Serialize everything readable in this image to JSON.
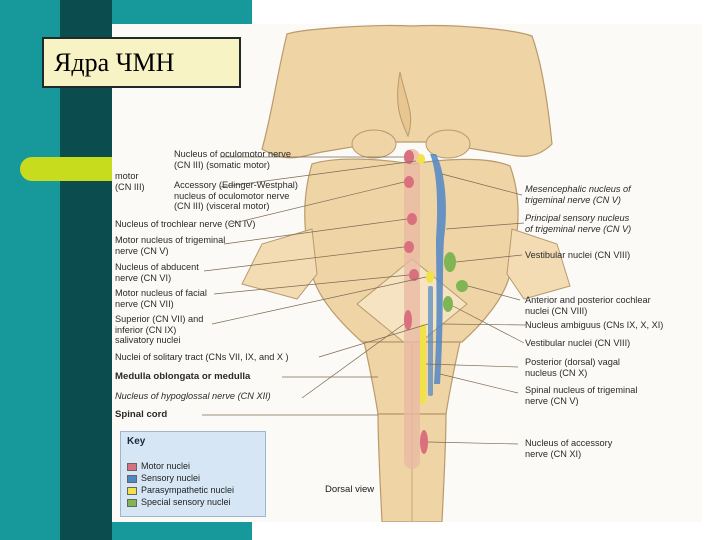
{
  "title": "Ядра ЧМН",
  "left_labels": [
    {
      "lines": [
        "Nucleus of oculomotor nerve",
        "(CN III) (somatic motor)"
      ],
      "style": ""
    },
    {
      "lines": [
        "motor",
        "(CN III)"
      ],
      "style": ""
    },
    {
      "lines": [
        "Accessory (Edinger-Westphal)",
        "nucleus of oculomotor nerve",
        "(CN III) (visceral motor)"
      ],
      "style": ""
    },
    {
      "lines": [
        "Nucleus of trochlear nerve (CN IV)"
      ],
      "style": ""
    },
    {
      "lines": [
        "Motor nucleus of trigeminal",
        "nerve (CN V)"
      ],
      "style": ""
    },
    {
      "lines": [
        "Nucleus of abducent",
        "nerve (CN VI)"
      ],
      "style": ""
    },
    {
      "lines": [
        "Motor nucleus of facial",
        "nerve (CN VII)"
      ],
      "style": ""
    },
    {
      "lines": [
        "Superior (CN VII) and",
        "inferior (CN IX)",
        "salivatory nuclei"
      ],
      "style": ""
    },
    {
      "lines": [
        "Nuclei of solitary tract (CNs VII, IX, and X )"
      ],
      "style": ""
    },
    {
      "lines": [
        "Medulla oblongata or medulla"
      ],
      "style": "b"
    },
    {
      "lines": [
        "Nucleus of hypoglossal nerve (CN XII)"
      ],
      "style": "i"
    },
    {
      "lines": [
        "Spinal cord"
      ],
      "style": "b"
    }
  ],
  "right_labels": [
    {
      "lines": [
        "Mesencephalic nucleus of",
        "trigeminal nerve (CN V)"
      ],
      "style": "i"
    },
    {
      "lines": [
        "Principal sensory nucleus",
        "of trigeminal nerve (CN V)"
      ],
      "style": "i"
    },
    {
      "lines": [
        "Vestibular nuclei (CN VIII)"
      ],
      "style": ""
    },
    {
      "lines": [
        "Anterior and posterior cochlear",
        "nuclei (CN VIII)"
      ],
      "style": ""
    },
    {
      "lines": [
        "Nucleus ambiguus (CNs IX, X, XI)"
      ],
      "style": ""
    },
    {
      "lines": [
        "Vestibular nuclei (CN VIII)"
      ],
      "style": ""
    },
    {
      "lines": [
        "Posterior (dorsal) vagal",
        "nucleus (CN X)"
      ],
      "style": ""
    },
    {
      "lines": [
        "Spinal nucleus of trigeminal",
        "nerve (CN V)"
      ],
      "style": ""
    },
    {
      "lines": [
        "Nucleus of accessory",
        "nerve (CN XI)"
      ],
      "style": ""
    }
  ],
  "key": {
    "title": "Key",
    "items": [
      {
        "label": "Motor nuclei",
        "color": "#d8707e"
      },
      {
        "label": "Sensory nuclei",
        "color": "#4f86c6"
      },
      {
        "label": "Parasympathetic nuclei",
        "color": "#f2e24a"
      },
      {
        "label": "Special sensory nuclei",
        "color": "#7fb552"
      }
    ]
  },
  "view_label": "Dorsal view",
  "colors": {
    "teal": "#17989a",
    "dark_teal": "#0b4d4f",
    "lime": "#c8dc1e",
    "tissue": "#efd4a6",
    "tissue_edge": "#b99a6c"
  }
}
